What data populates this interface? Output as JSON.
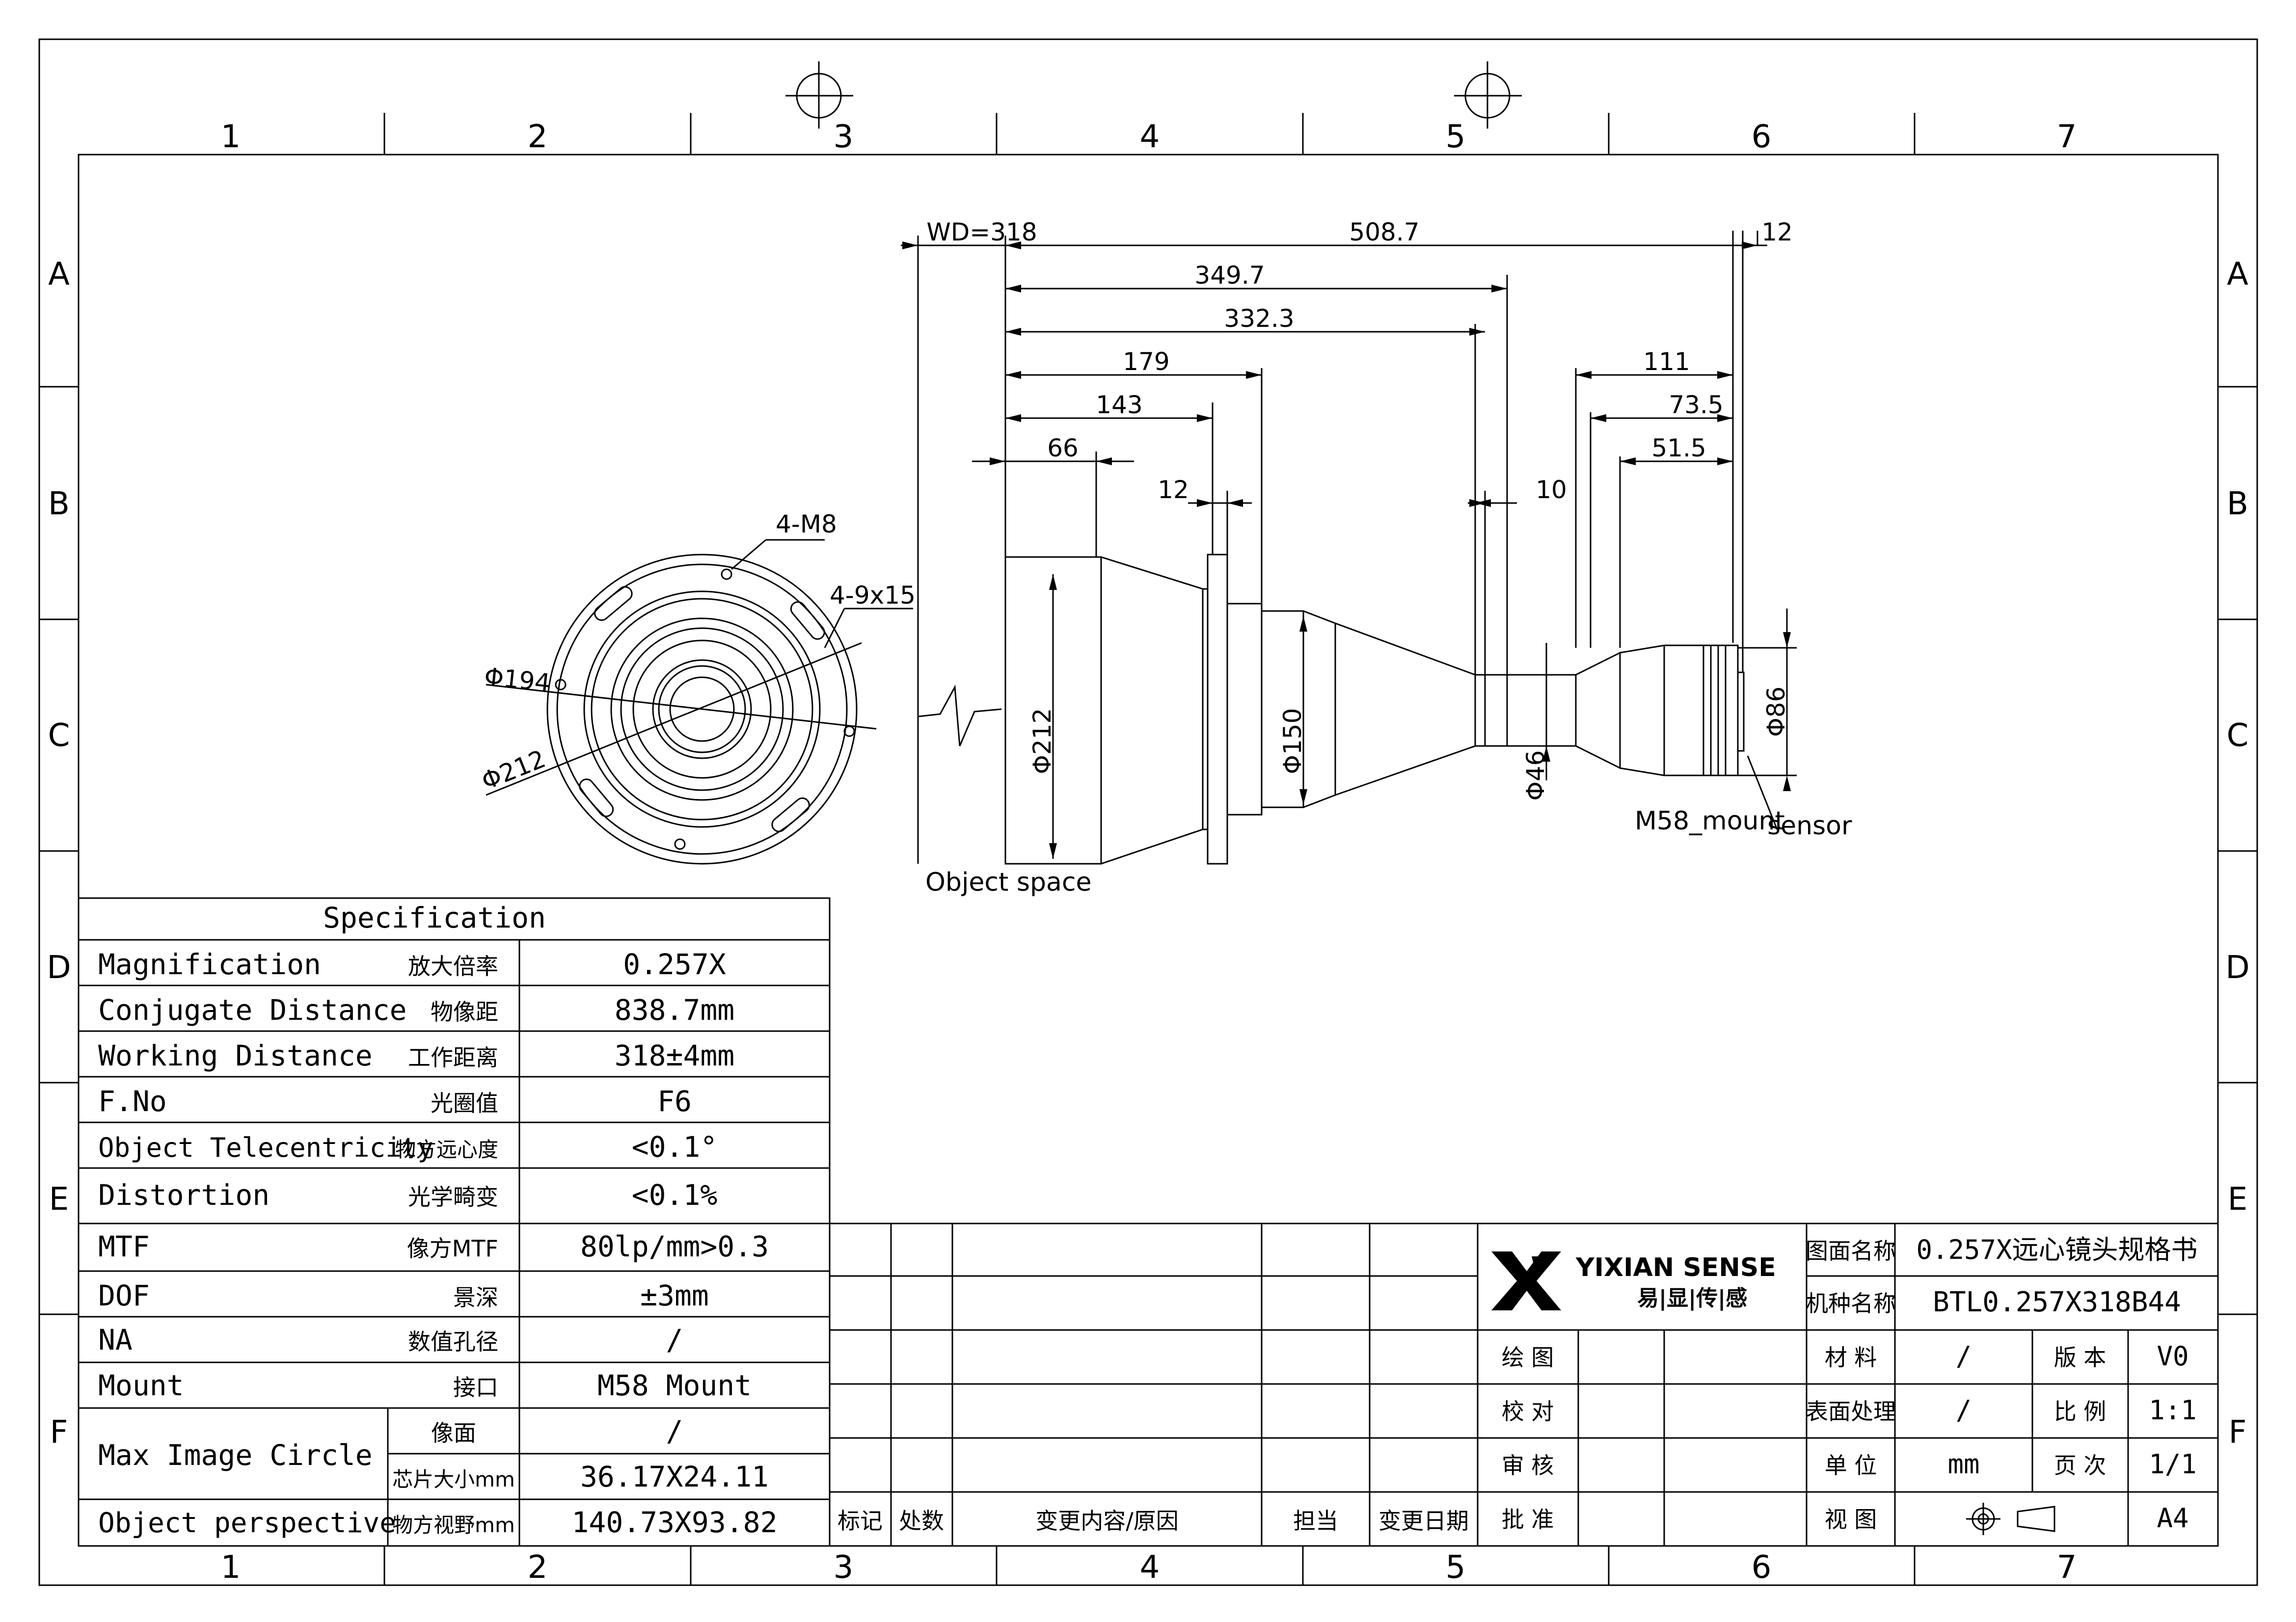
{
  "frame": {
    "col_labels": [
      "1",
      "2",
      "3",
      "4",
      "5",
      "6",
      "7"
    ],
    "row_labels": [
      "A",
      "B",
      "C",
      "D",
      "E",
      "F"
    ]
  },
  "front_view": {
    "hole_label": "4-M8",
    "slot_label": "4-9x15",
    "inner_dia_label": "Φ194",
    "outer_dia_label": "Φ212"
  },
  "side_view": {
    "dims": {
      "wd": "WD=318",
      "total": "508.7",
      "right12": "12",
      "d3497": "349.7",
      "d3323": "332.3",
      "d179": "179",
      "d143": "143",
      "d66": "66",
      "flange12": "12",
      "d10": "10",
      "d111": "111",
      "d735": "73.5",
      "d515": "51.5"
    },
    "diameters": {
      "d212": "Φ212",
      "d150": "Φ150",
      "d46": "Φ46",
      "d86": "Φ86"
    },
    "labels": {
      "object_space": "Object space",
      "mount": "M58_mount",
      "sensor": "sensor"
    }
  },
  "spec": {
    "title": "Specification",
    "rows": [
      {
        "en": "Magnification",
        "cn": "放大倍率",
        "val": "0.257X"
      },
      {
        "en": "Conjugate Distance",
        "cn": "物像距",
        "val": "838.7mm"
      },
      {
        "en": "Working Distance",
        "cn": "工作距离",
        "val": "318±4mm"
      },
      {
        "en": "F.No",
        "cn": "光圈值",
        "val": "F6"
      },
      {
        "en": "Object Telecentricity",
        "cn": "物方远心度",
        "val": "<0.1°"
      },
      {
        "en": "Distortion",
        "cn": "光学畸变",
        "val": "<0.1%"
      },
      {
        "en": "MTF",
        "cn": "像方MTF",
        "val": "80lp/mm>0.3"
      },
      {
        "en": "DOF",
        "cn": "景深",
        "val": "±3mm"
      },
      {
        "en": "NA",
        "cn": "数值孔径",
        "val": "/"
      },
      {
        "en": "Mount",
        "cn": "接口",
        "val": "M58 Mount"
      }
    ],
    "image_circle": {
      "en": "Max Image Circle",
      "sub1_cn": "像面",
      "sub1_val": "/",
      "sub2_cn": "芯片大小mm",
      "sub2_val": "36.17X24.11"
    },
    "perspective": {
      "en": "Object perspective",
      "cn": "物方视野mm",
      "val": "140.73X93.82"
    }
  },
  "revision": {
    "headers": [
      "标记",
      "处数",
      "变更内容/原因",
      "担当",
      "变更日期"
    ]
  },
  "title_block": {
    "brand": "YIXIAN SENSE",
    "brand_cn": "易|显|传|感",
    "drawing_name_label": "图面名称",
    "drawing_name": "0.257X远心镜头规格书",
    "model_label": "机种名称",
    "model": "BTL0.257X318B44",
    "sign_labels": [
      "绘 图",
      "校 对",
      "审 核",
      "批 准"
    ],
    "material_label": "材 料",
    "material": "/",
    "version_label": "版 本",
    "version": "V0",
    "surface_label": "表面处理",
    "surface": "/",
    "scale_label": "比 例",
    "scale": "1:1",
    "unit_label": "单 位",
    "unit": "mm",
    "page_label": "页 次",
    "page": "1/1",
    "view_label": "视 图",
    "size": "A4"
  }
}
